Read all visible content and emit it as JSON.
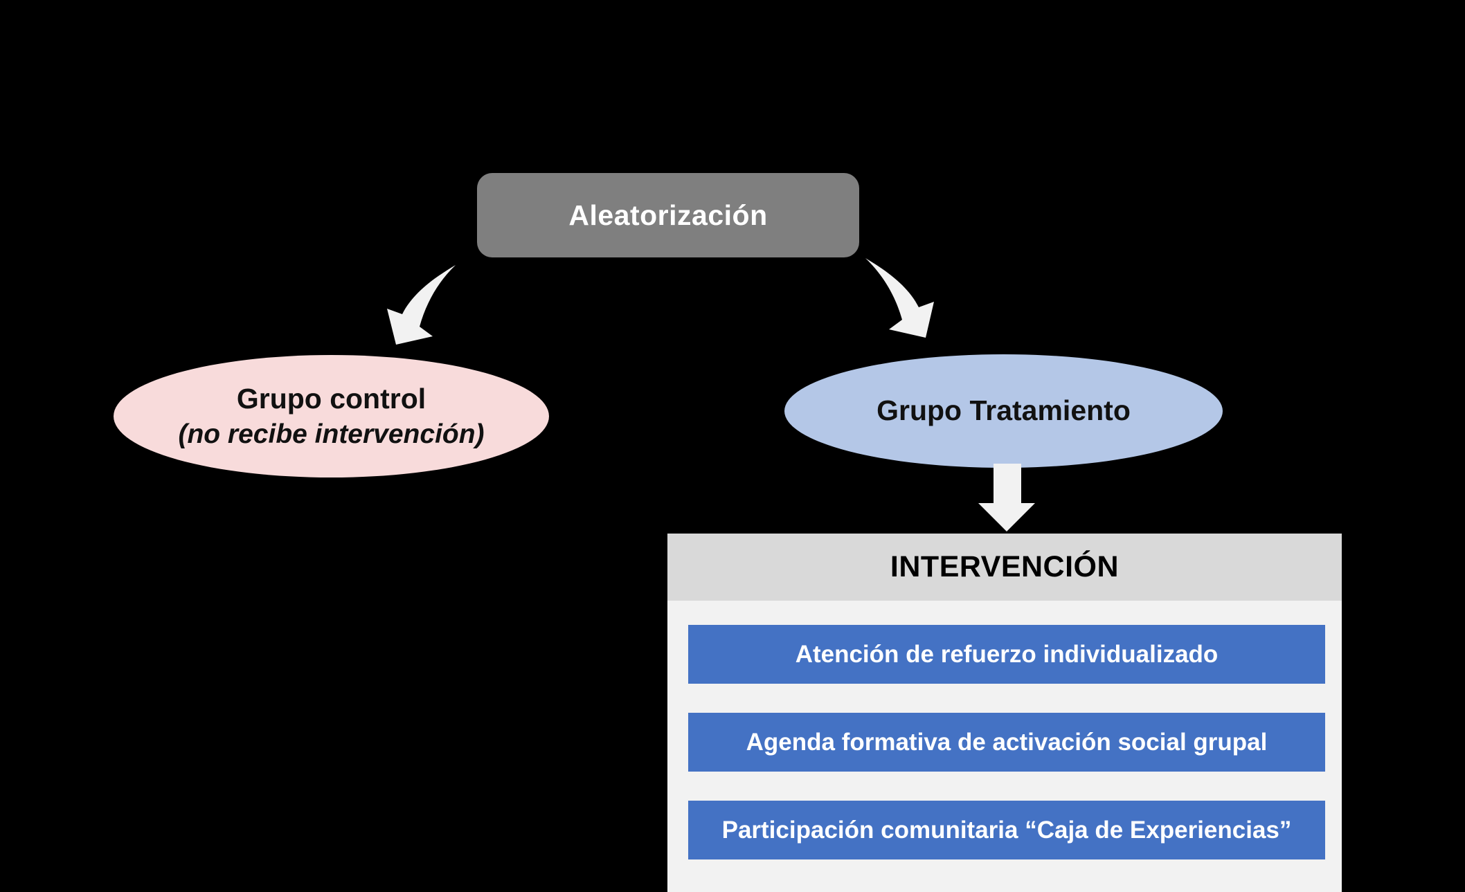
{
  "diagram": {
    "background": "#000000",
    "arrow_color": "#F2F2F2",
    "randomization": {
      "label": "Aleatorización",
      "bg": "#7F7F7F",
      "text_color": "#FFFFFF"
    },
    "control_group": {
      "title": "Grupo control",
      "subtitle": "(no recibe intervención)",
      "bg": "#F8DBDB",
      "text_color": "#111111"
    },
    "treatment_group": {
      "title": "Grupo Tratamiento",
      "bg": "#B4C7E7",
      "text_color": "#111111"
    },
    "intervention": {
      "title": "INTERVENCIÓN",
      "header_bg": "#D9D9D9",
      "panel_bg": "#F2F2F2",
      "item_bg": "#4472C4",
      "item_text_color": "#FFFFFF",
      "items": [
        "Atención de refuerzo individualizado",
        "Agenda formativa de activación social grupal",
        "Participación comunitaria “Caja de Experiencias”"
      ]
    }
  }
}
